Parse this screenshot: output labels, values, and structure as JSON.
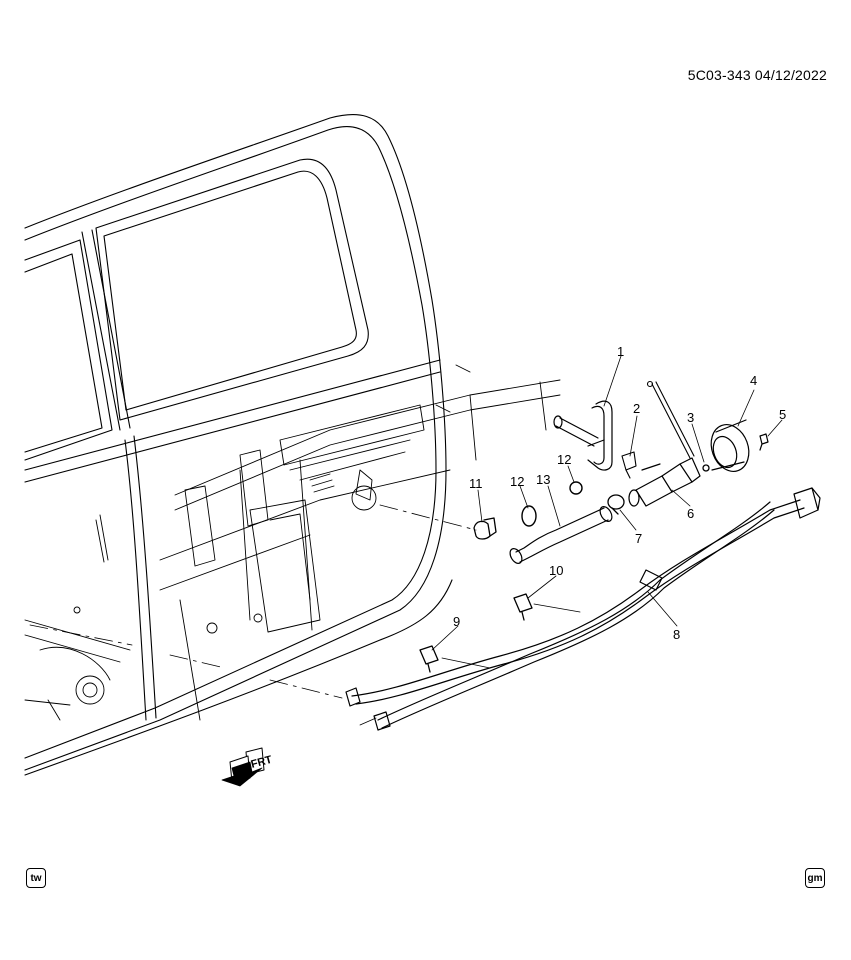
{
  "header": {
    "document_id": "5C03-343  04/12/2022"
  },
  "callouts": [
    "1",
    "2",
    "3",
    "4",
    "5",
    "6",
    "7",
    "8",
    "9",
    "10",
    "11",
    "12",
    "12",
    "13"
  ],
  "direction_label": "FRT",
  "footer": {
    "left_badge": "tw",
    "right_badge": "gm"
  }
}
